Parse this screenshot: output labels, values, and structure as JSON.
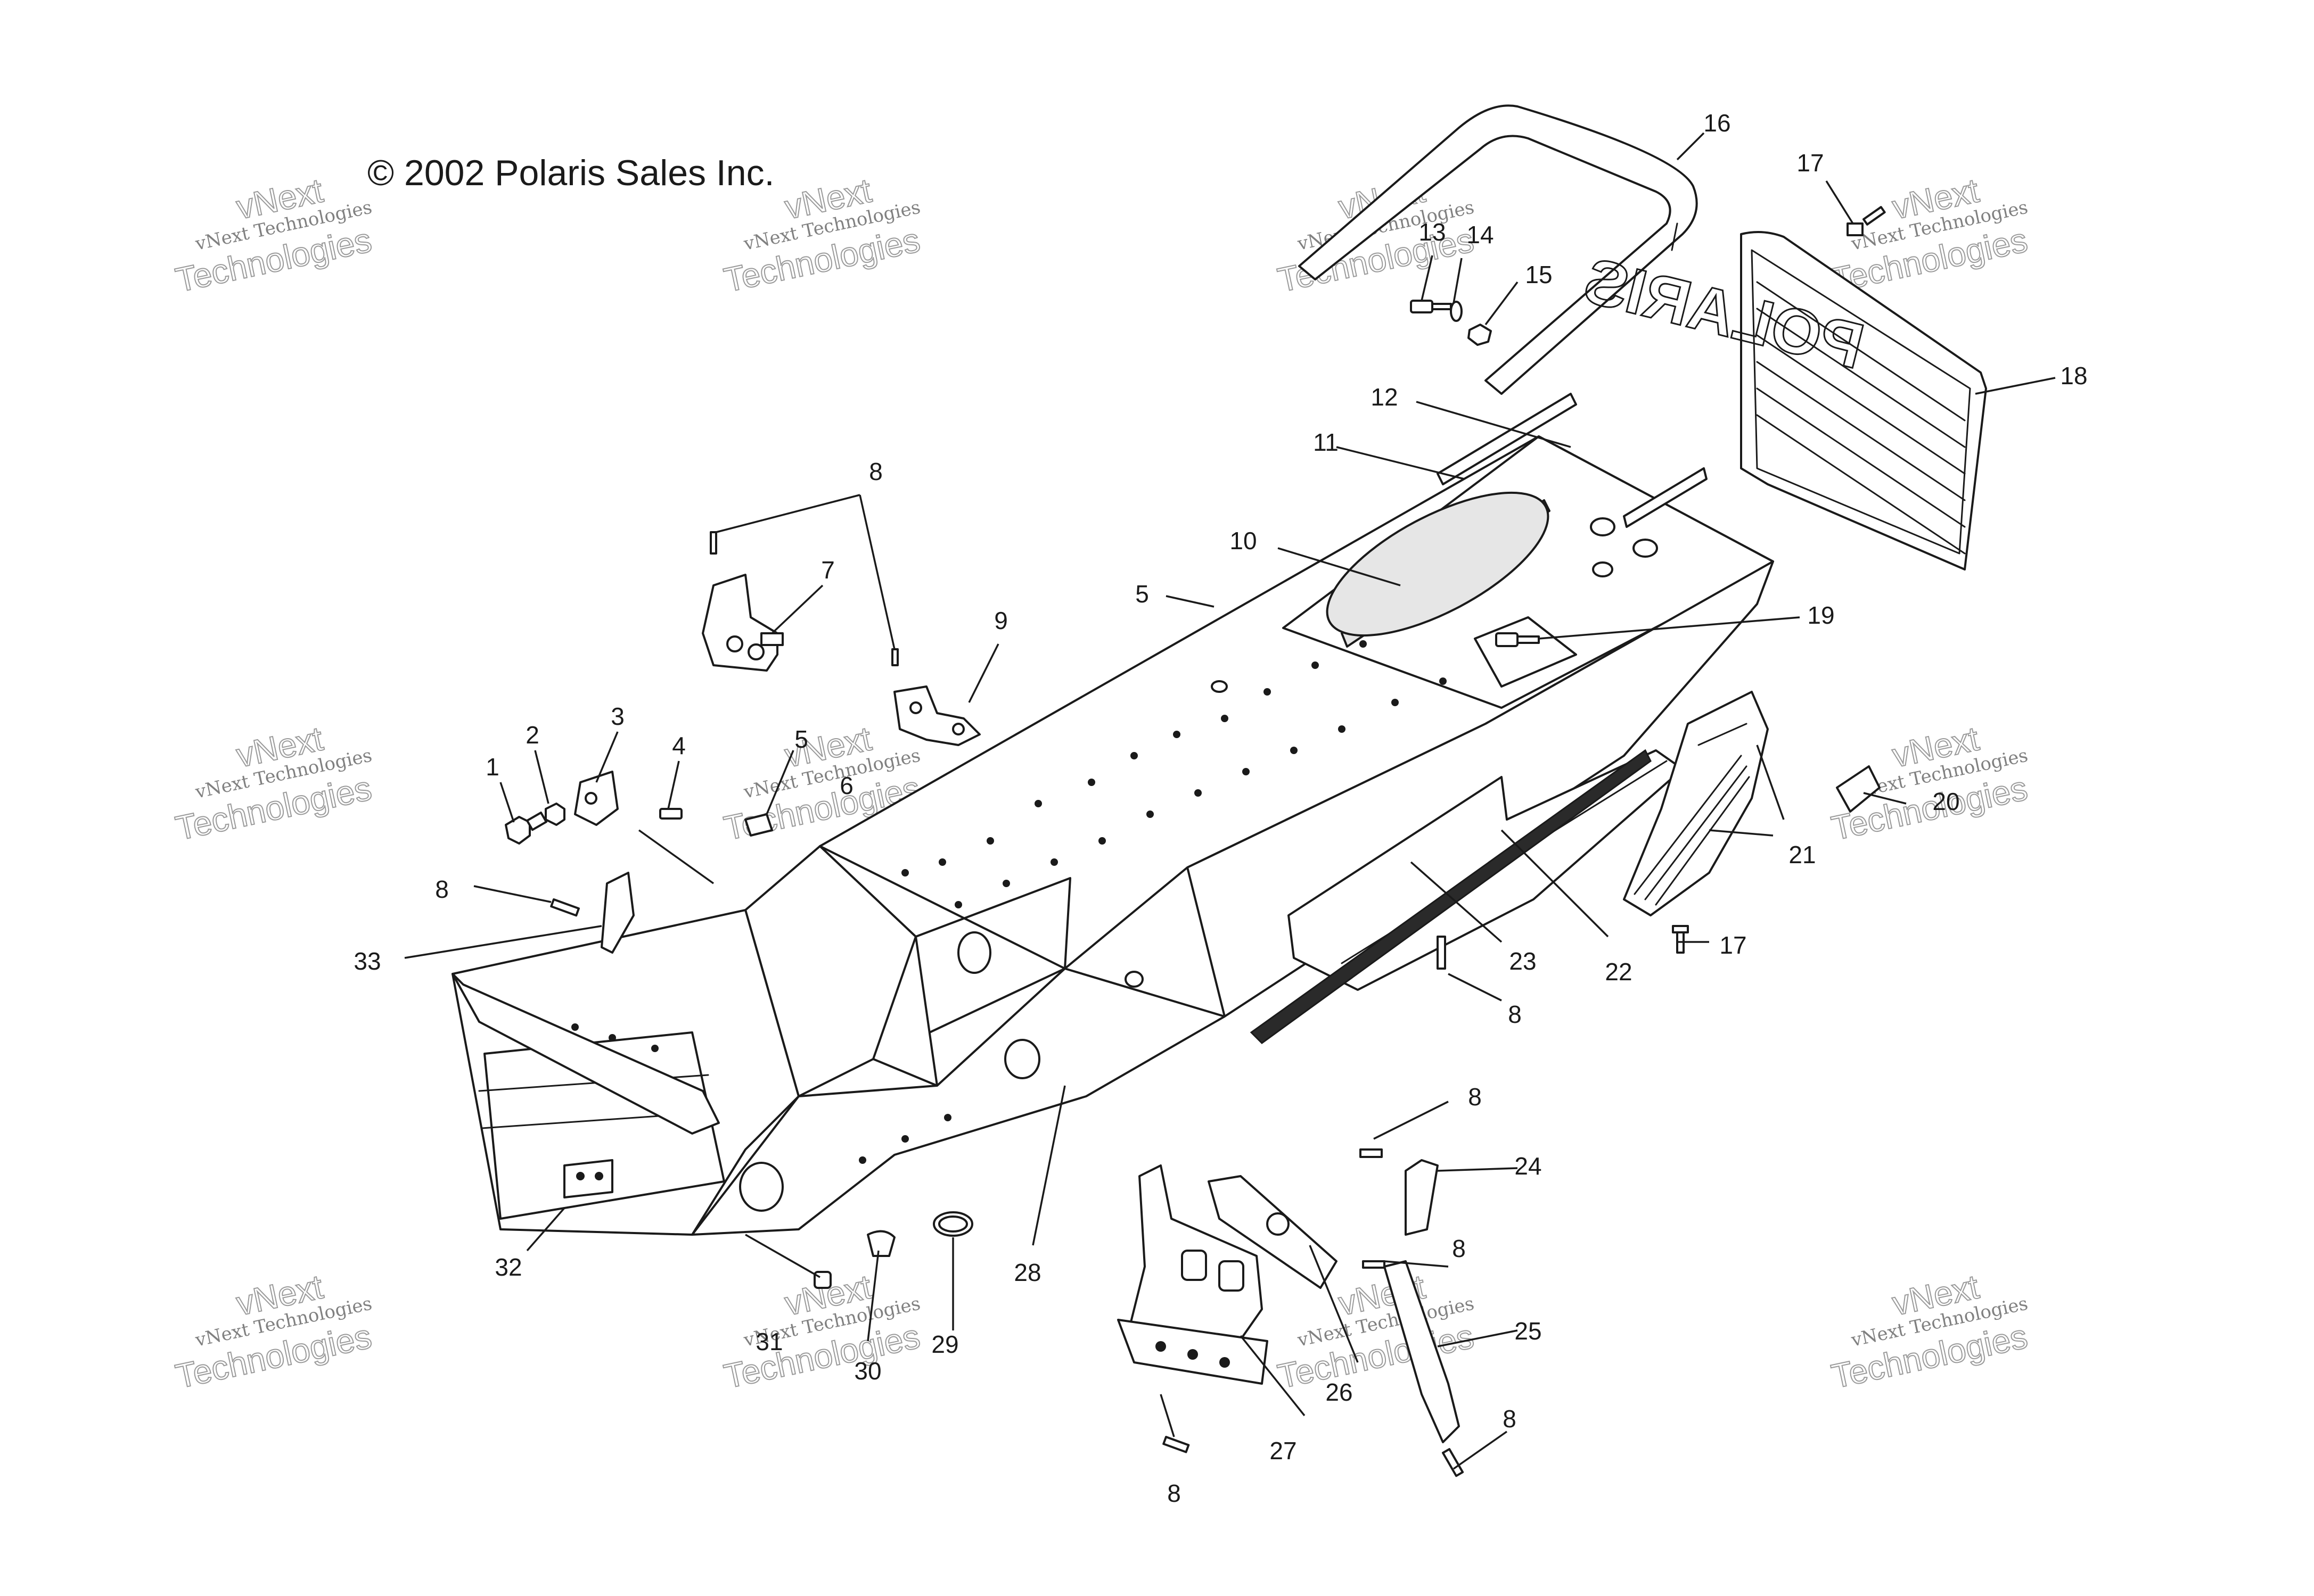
{
  "copyright": "© 2002 Polaris Sales Inc.",
  "watermark": {
    "line1": "vNext Technologies",
    "line2": "vNext",
    "line3": "Technologies"
  },
  "grille_logo_text": "POLARIS",
  "callouts": [
    {
      "id": "c1",
      "label": "1"
    },
    {
      "id": "c2",
      "label": "2"
    },
    {
      "id": "c3",
      "label": "3"
    },
    {
      "id": "c4",
      "label": "4"
    },
    {
      "id": "c5a",
      "label": "5"
    },
    {
      "id": "c5b",
      "label": "5"
    },
    {
      "id": "c6",
      "label": "6"
    },
    {
      "id": "c7",
      "label": "7"
    },
    {
      "id": "c8a",
      "label": "8"
    },
    {
      "id": "c8b",
      "label": "8"
    },
    {
      "id": "c8c",
      "label": "8"
    },
    {
      "id": "c8d",
      "label": "8"
    },
    {
      "id": "c8e",
      "label": "8"
    },
    {
      "id": "c8f",
      "label": "8"
    },
    {
      "id": "c8g",
      "label": "8"
    },
    {
      "id": "c9",
      "label": "9"
    },
    {
      "id": "c10",
      "label": "10"
    },
    {
      "id": "c11",
      "label": "11"
    },
    {
      "id": "c12",
      "label": "12"
    },
    {
      "id": "c13",
      "label": "13"
    },
    {
      "id": "c14",
      "label": "14"
    },
    {
      "id": "c15",
      "label": "15"
    },
    {
      "id": "c16",
      "label": "16"
    },
    {
      "id": "c17a",
      "label": "17"
    },
    {
      "id": "c17b",
      "label": "17"
    },
    {
      "id": "c18",
      "label": "18"
    },
    {
      "id": "c19",
      "label": "19"
    },
    {
      "id": "c20",
      "label": "20"
    },
    {
      "id": "c21",
      "label": "21"
    },
    {
      "id": "c22",
      "label": "22"
    },
    {
      "id": "c23",
      "label": "23"
    },
    {
      "id": "c24",
      "label": "24"
    },
    {
      "id": "c25",
      "label": "25"
    },
    {
      "id": "c26",
      "label": "26"
    },
    {
      "id": "c27",
      "label": "27"
    },
    {
      "id": "c28",
      "label": "28"
    },
    {
      "id": "c29",
      "label": "29"
    },
    {
      "id": "c30",
      "label": "30"
    },
    {
      "id": "c31",
      "label": "31"
    },
    {
      "id": "c32",
      "label": "32"
    },
    {
      "id": "c33",
      "label": "33"
    }
  ]
}
